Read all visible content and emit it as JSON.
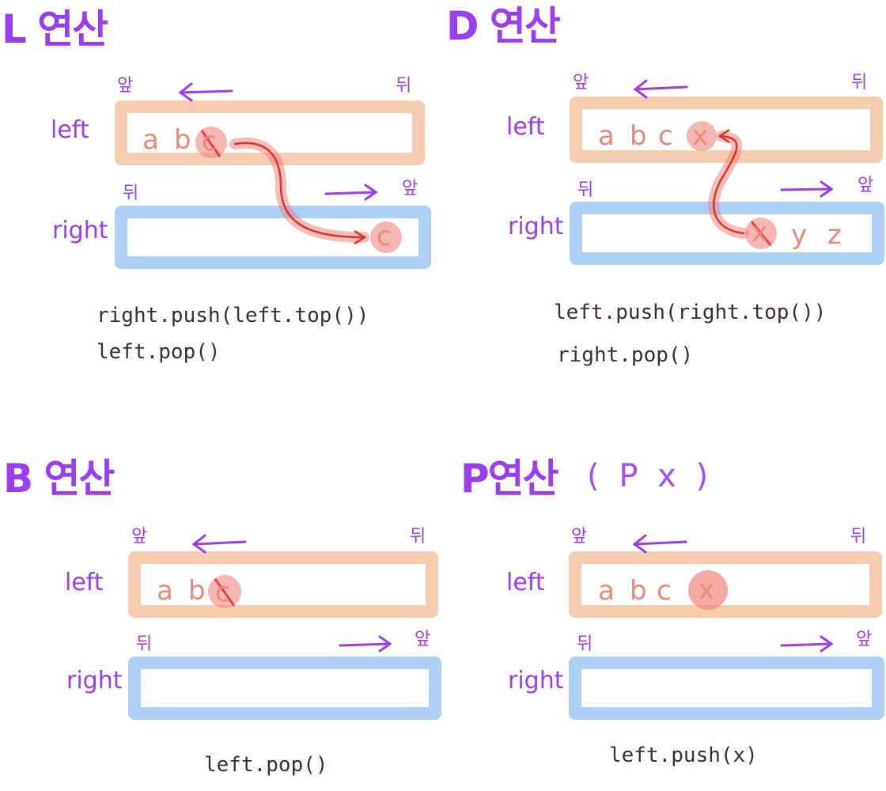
{
  "labels": {
    "front": "앞",
    "back": "뒤",
    "left": "left",
    "right": "right"
  },
  "colors": {
    "title": "#9b3df0",
    "left_stack": "#f5c7a6",
    "right_stack": "#a9cdf7",
    "highlight": "#ef7b74",
    "code": "#3a3030"
  },
  "panels": {
    "L": {
      "title": "L 연산",
      "left_chars": [
        "a",
        "b",
        "c"
      ],
      "right_chars": [
        "c"
      ],
      "code": [
        "right.push(left.top())",
        "left.pop()"
      ]
    },
    "D": {
      "title": "D 연산",
      "left_chars": [
        "a",
        "b",
        "c",
        "x"
      ],
      "right_chars": [
        "x",
        "y",
        "z"
      ],
      "code": [
        "left.push(right.top())",
        "right.pop()"
      ]
    },
    "B": {
      "title": "B 연산",
      "left_chars": [
        "a",
        "b",
        "c"
      ],
      "right_chars": [],
      "code": [
        "left.pop()"
      ]
    },
    "P": {
      "title": "P연산",
      "title_extra": "( P x )",
      "left_chars": [
        "a",
        "b",
        "c",
        "x"
      ],
      "right_chars": [],
      "code": [
        "left.push(x)"
      ]
    }
  }
}
